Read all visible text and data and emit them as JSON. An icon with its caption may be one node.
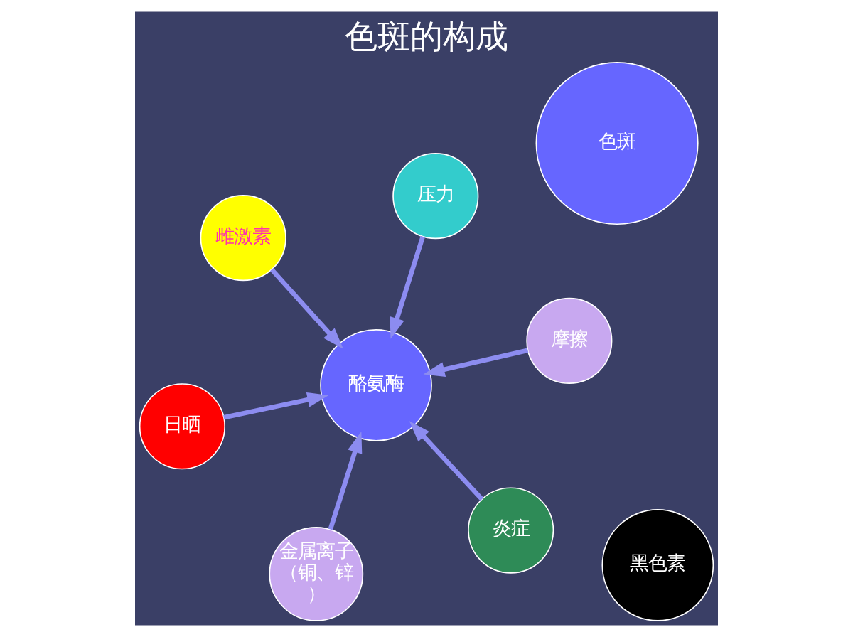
{
  "diagram": {
    "title": "色斑的构成",
    "nodes": [
      {
        "text": [
          "日晒"
        ]
      },
      {
        "text": [
          "炎症"
        ]
      },
      {
        "text": [
          "酪氨酶"
        ]
      },
      {
        "text": [
          "雌激素"
        ]
      },
      {
        "text": [
          "摩擦"
        ]
      },
      {
        "text": [
          "压力"
        ]
      },
      {
        "text": [
          "金属离子（铜、锌）"
        ]
      },
      {
        "text": [
          "黑色素"
        ]
      },
      {
        "text": [
          "色斑"
        ]
      }
    ],
    "edges": [
      {
        "from": 0,
        "to": 2,
        "arrow": "to"
      },
      {
        "from": 1,
        "to": 2,
        "arrow": "to"
      },
      {
        "from": 3,
        "to": 2,
        "arrow": "to"
      },
      {
        "from": 4,
        "to": 2,
        "arrow": "to"
      },
      {
        "from": 5,
        "to": 2,
        "arrow": "to"
      },
      {
        "from": 6,
        "to": 2,
        "arrow": "to"
      }
    ]
  }
}
